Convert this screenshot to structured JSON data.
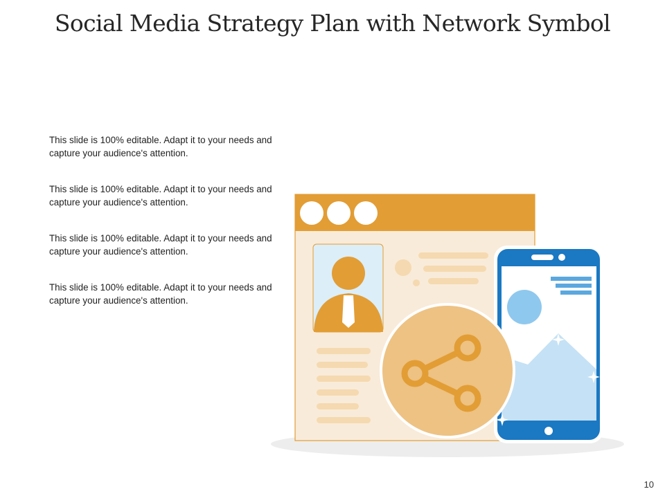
{
  "slide": {
    "title": "Social Media Strategy Plan with Network Symbol",
    "page_number": "10"
  },
  "bullets": [
    {
      "text": "This slide is 100% editable. Adapt it to your needs and capture your audience's attention."
    },
    {
      "text": "This slide is 100% editable. Adapt it to your needs and capture your audience's attention."
    },
    {
      "text": "This slide is 100% editable. Adapt it to your needs and capture your audience's attention."
    },
    {
      "text": "This slide is 100% editable. Adapt it to your needs and capture your audience's attention."
    }
  ],
  "illustration": {
    "icons": [
      "browser-window-icon",
      "profile-avatar-icon",
      "share-icon",
      "smartphone-icon",
      "image-placeholder-icon"
    ],
    "colors": {
      "browser_header": "#E29D35",
      "browser_body": "#F9EBD9",
      "share_circle": "#EDC283",
      "share_stroke": "#E29D35",
      "phone_frame": "#1B78C2",
      "phone_screen_light": "#C5E1F5",
      "phone_accent": "#8FC8EE"
    }
  }
}
